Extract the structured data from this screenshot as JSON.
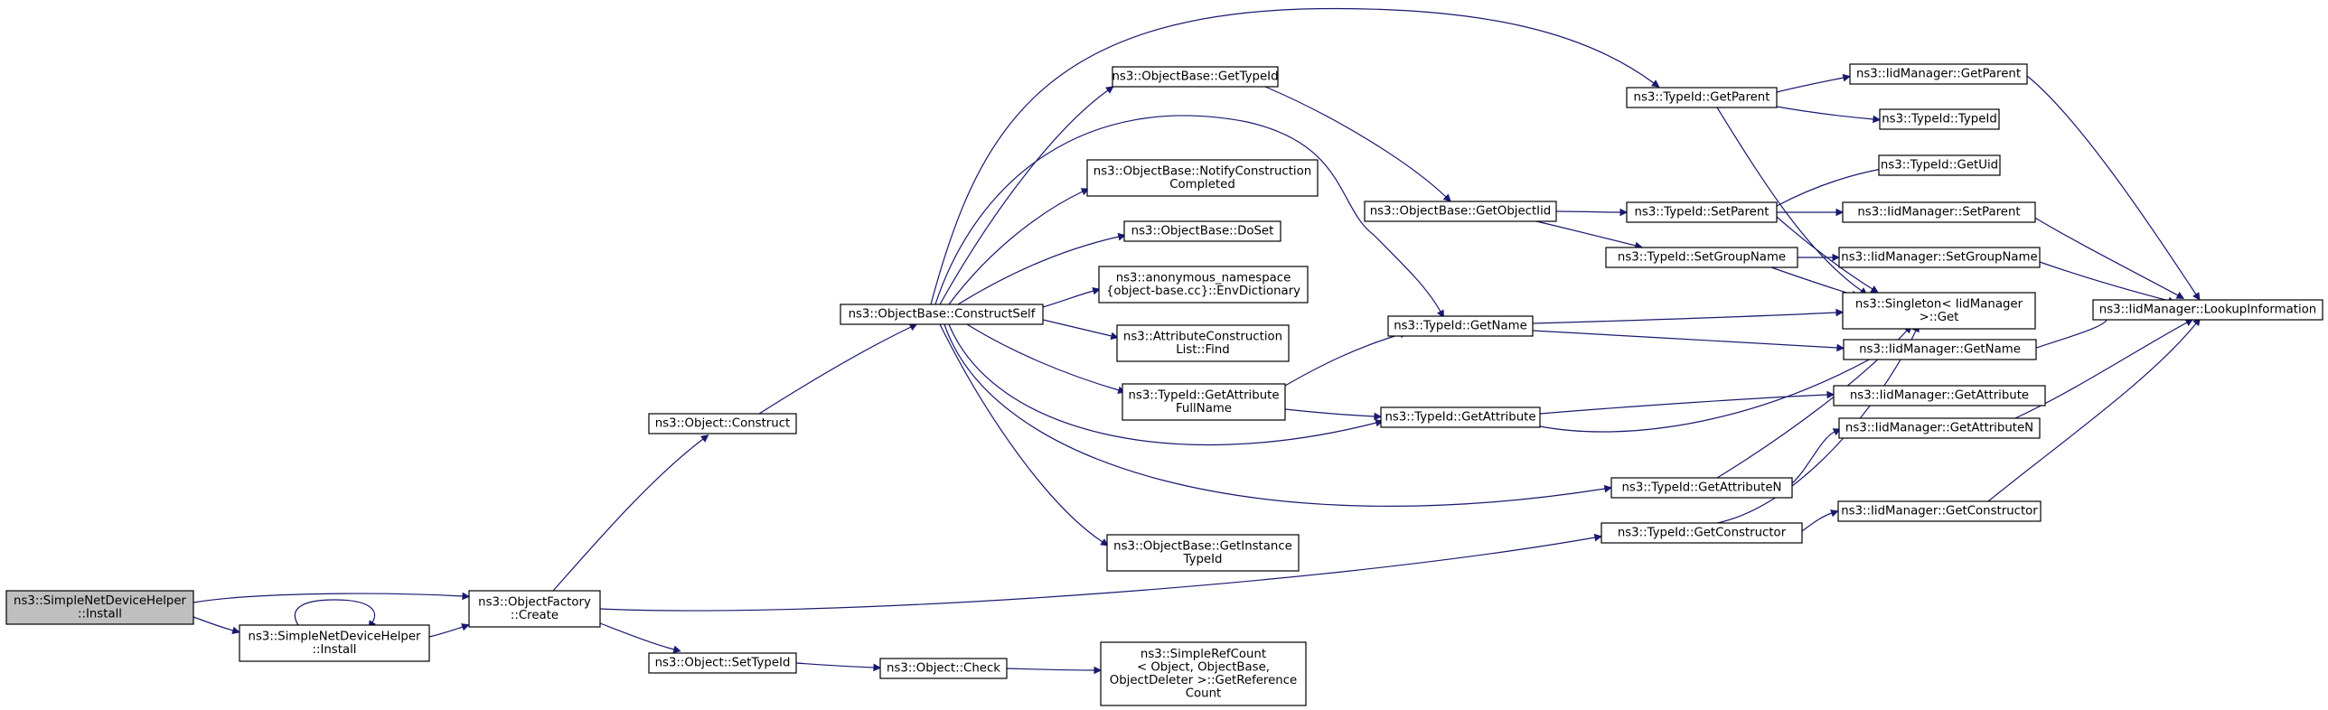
{
  "nodes": [
    {
      "id": "root",
      "lines": [
        "ns3::SimpleNetDeviceHelper",
        "::Install"
      ],
      "root": true
    },
    {
      "id": "install2",
      "lines": [
        "ns3::SimpleNetDeviceHelper",
        "::Install"
      ]
    },
    {
      "id": "create",
      "lines": [
        "ns3::ObjectFactory",
        "::Create"
      ]
    },
    {
      "id": "construct",
      "lines": [
        "ns3::Object::Construct"
      ]
    },
    {
      "id": "settypeid",
      "lines": [
        "ns3::Object::SetTypeId"
      ]
    },
    {
      "id": "check",
      "lines": [
        "ns3::Object::Check"
      ]
    },
    {
      "id": "getrefcount",
      "lines": [
        "ns3::SimpleRefCount",
        "< Object, ObjectBase,",
        "ObjectDeleter >::GetReference",
        "Count"
      ]
    },
    {
      "id": "constructself",
      "lines": [
        "ns3::ObjectBase::ConstructSelf"
      ]
    },
    {
      "id": "gettypeid_ob",
      "lines": [
        "ns3::ObjectBase::GetTypeId"
      ]
    },
    {
      "id": "notify",
      "lines": [
        "ns3::ObjectBase::NotifyConstruction",
        "Completed"
      ]
    },
    {
      "id": "doset",
      "lines": [
        "ns3::ObjectBase::DoSet"
      ]
    },
    {
      "id": "envdict",
      "lines": [
        "ns3::anonymous_namespace",
        "{object-base.cc}::EnvDictionary"
      ]
    },
    {
      "id": "attrfind",
      "lines": [
        "ns3::AttributeConstruction",
        "List::Find"
      ]
    },
    {
      "id": "getattrfull",
      "lines": [
        "ns3::TypeId::GetAttribute",
        "FullName"
      ]
    },
    {
      "id": "getinstance",
      "lines": [
        "ns3::ObjectBase::GetInstance",
        "TypeId"
      ]
    },
    {
      "id": "getobjectiid",
      "lines": [
        "ns3::ObjectBase::GetObjectIid"
      ]
    },
    {
      "id": "getname",
      "lines": [
        "ns3::TypeId::GetName"
      ]
    },
    {
      "id": "getattribute",
      "lines": [
        "ns3::TypeId::GetAttribute"
      ]
    },
    {
      "id": "getparent",
      "lines": [
        "ns3::TypeId::GetParent"
      ]
    },
    {
      "id": "setparent",
      "lines": [
        "ns3::TypeId::SetParent"
      ]
    },
    {
      "id": "setgroupname",
      "lines": [
        "ns3::TypeId::SetGroupName"
      ]
    },
    {
      "id": "getattributen",
      "lines": [
        "ns3::TypeId::GetAttributeN"
      ]
    },
    {
      "id": "getconstructor",
      "lines": [
        "ns3::TypeId::GetConstructor"
      ]
    },
    {
      "id": "iid_getparent",
      "lines": [
        "ns3::IidManager::GetParent"
      ]
    },
    {
      "id": "typeid_ctor",
      "lines": [
        "ns3::TypeId::TypeId"
      ]
    },
    {
      "id": "getuid",
      "lines": [
        "ns3::TypeId::GetUid"
      ]
    },
    {
      "id": "iid_setparent",
      "lines": [
        "ns3::IidManager::SetParent"
      ]
    },
    {
      "id": "iid_setgroupname",
      "lines": [
        "ns3::IidManager::SetGroupName"
      ]
    },
    {
      "id": "singleton",
      "lines": [
        "ns3::Singleton< IidManager",
        ">::Get"
      ]
    },
    {
      "id": "iid_getname",
      "lines": [
        "ns3::IidManager::GetName"
      ]
    },
    {
      "id": "iid_getattribute",
      "lines": [
        "ns3::IidManager::GetAttribute"
      ]
    },
    {
      "id": "iid_getattributen",
      "lines": [
        "ns3::IidManager::GetAttributeN"
      ]
    },
    {
      "id": "iid_getconstructor",
      "lines": [
        "ns3::IidManager::GetConstructor"
      ]
    },
    {
      "id": "lookup",
      "lines": [
        "ns3::IidManager::LookupInformation"
      ]
    }
  ]
}
